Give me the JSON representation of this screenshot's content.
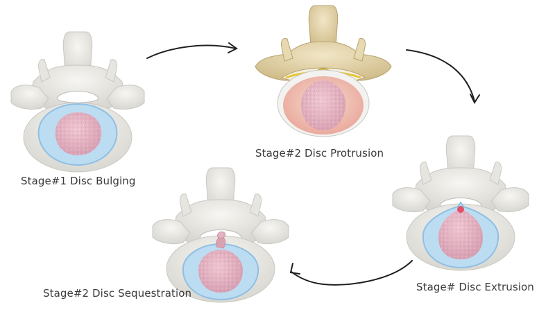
{
  "stages": [
    {
      "caption": "Stage#1 Disc Bulging"
    },
    {
      "caption": "Stage#2 Disc Protrusion"
    },
    {
      "caption": "Stage# Disc Extrusion"
    },
    {
      "caption": "Stage#2 Disc Sequestration"
    }
  ],
  "colors": {
    "bone": "#ecebe6",
    "bone_shadow": "#c9c8c2",
    "bone_tan": "#e3d4a8",
    "annulus": "#bcdcf2",
    "annulus_edge": "#8fbfe3",
    "nucleus": "#e8b6c4",
    "nucleus_dark": "#c98fa3",
    "herniation_tip": "#e2455f",
    "nerve": "#e7c53a",
    "arrow": "#1f1f1f"
  },
  "icons": [
    "vertebra-bulging",
    "vertebra-protrusion",
    "vertebra-extrusion",
    "vertebra-sequestration",
    "curved-arrow"
  ]
}
